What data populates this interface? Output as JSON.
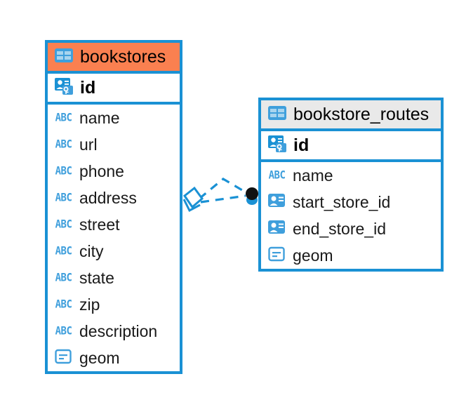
{
  "diagram": {
    "title": "bookstores / bookstore_routes entity relationship diagram",
    "background_color": "#ffffff",
    "accent_color": "#1a91d4",
    "highlight_color": "#fa8050",
    "neutral_header_color": "#e9e9e9"
  },
  "entities": [
    {
      "name": "bookstores",
      "header_style": "accent",
      "header_icon": "table-icon",
      "primary_key": {
        "label": "id",
        "icon": "primary-key-icon"
      },
      "columns": [
        {
          "label": "name",
          "icon": "text-type-icon"
        },
        {
          "label": "url",
          "icon": "text-type-icon"
        },
        {
          "label": "phone",
          "icon": "text-type-icon"
        },
        {
          "label": "address",
          "icon": "text-type-icon"
        },
        {
          "label": "street",
          "icon": "text-type-icon"
        },
        {
          "label": "city",
          "icon": "text-type-icon"
        },
        {
          "label": "state",
          "icon": "text-type-icon"
        },
        {
          "label": "zip",
          "icon": "text-type-icon"
        },
        {
          "label": "description",
          "icon": "text-type-icon"
        },
        {
          "label": "geom",
          "icon": "geometry-type-icon"
        }
      ]
    },
    {
      "name": "bookstore_routes",
      "header_style": "plain",
      "header_icon": "table-icon",
      "primary_key": {
        "label": "id",
        "icon": "primary-key-icon"
      },
      "columns": [
        {
          "label": "name",
          "icon": "text-type-icon"
        },
        {
          "label": "start_store_id",
          "icon": "foreign-key-icon"
        },
        {
          "label": "end_store_id",
          "icon": "foreign-key-icon"
        },
        {
          "label": "geom",
          "icon": "geometry-type-icon"
        }
      ]
    }
  ],
  "relationships": [
    {
      "from_entity": "bookstores",
      "to_entity": "bookstore_routes",
      "from_endpoint": "diamond",
      "to_endpoint": "filled-circle",
      "line_style": "dashed",
      "path": "arc"
    },
    {
      "from_entity": "bookstores",
      "to_entity": "bookstore_routes",
      "from_endpoint": "diamond",
      "to_endpoint": "filled-circle",
      "line_style": "dashed",
      "path": "straight"
    }
  ]
}
